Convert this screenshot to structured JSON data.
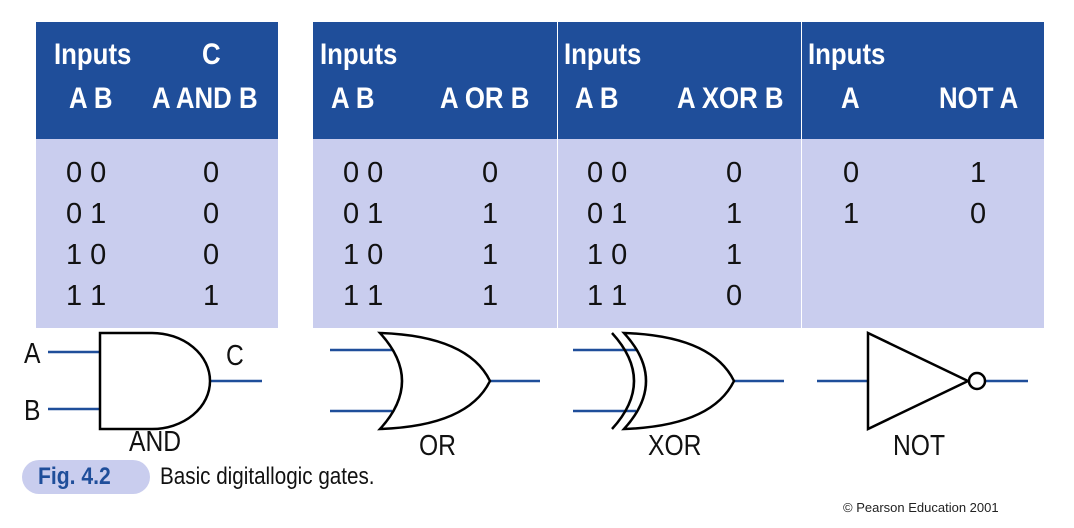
{
  "colors": {
    "header_bg": "#1f4e9a",
    "body_bg": "#c9cdee",
    "wire": "#1f4e9a",
    "gate_stroke": "#000000"
  },
  "tables": [
    {
      "gate": "AND",
      "header": {
        "col1_top": "Inputs",
        "col2_top": "C",
        "col1_bottom": "A B",
        "col2_bottom": "A AND B"
      },
      "rows": [
        [
          "0 0",
          "0"
        ],
        [
          "0 1",
          "0"
        ],
        [
          "1 0",
          "0"
        ],
        [
          "1 1",
          "1"
        ]
      ]
    },
    {
      "gate": "OR",
      "header": {
        "col1_top": "Inputs",
        "col2_top": "",
        "col1_bottom": "A B",
        "col2_bottom": "A OR B"
      },
      "rows": [
        [
          "0 0",
          "0"
        ],
        [
          "0 1",
          "1"
        ],
        [
          "1 0",
          "1"
        ],
        [
          "1 1",
          "1"
        ]
      ]
    },
    {
      "gate": "XOR",
      "header": {
        "col1_top": "Inputs",
        "col2_top": "",
        "col1_bottom": "A B",
        "col2_bottom": "A XOR B"
      },
      "rows": [
        [
          "0 0",
          "0"
        ],
        [
          "0 1",
          "1"
        ],
        [
          "1 0",
          "1"
        ],
        [
          "1 1",
          "0"
        ]
      ]
    },
    {
      "gate": "NOT",
      "header": {
        "col1_top": "Inputs",
        "col2_top": "",
        "col1_bottom": "A",
        "col2_bottom": "NOT A"
      },
      "rows": [
        [
          "0",
          "1"
        ],
        [
          "1",
          "0"
        ]
      ]
    }
  ],
  "gates": {
    "and_label": "AND",
    "or_label": "OR",
    "xor_label": "XOR",
    "not_label": "NOT",
    "input_a": "A",
    "input_b": "B",
    "output_c": "C"
  },
  "caption": {
    "figure": "Fig. 4.2",
    "text": "Basic digitallogic gates."
  },
  "copyright": "© Pearson Education 2001"
}
